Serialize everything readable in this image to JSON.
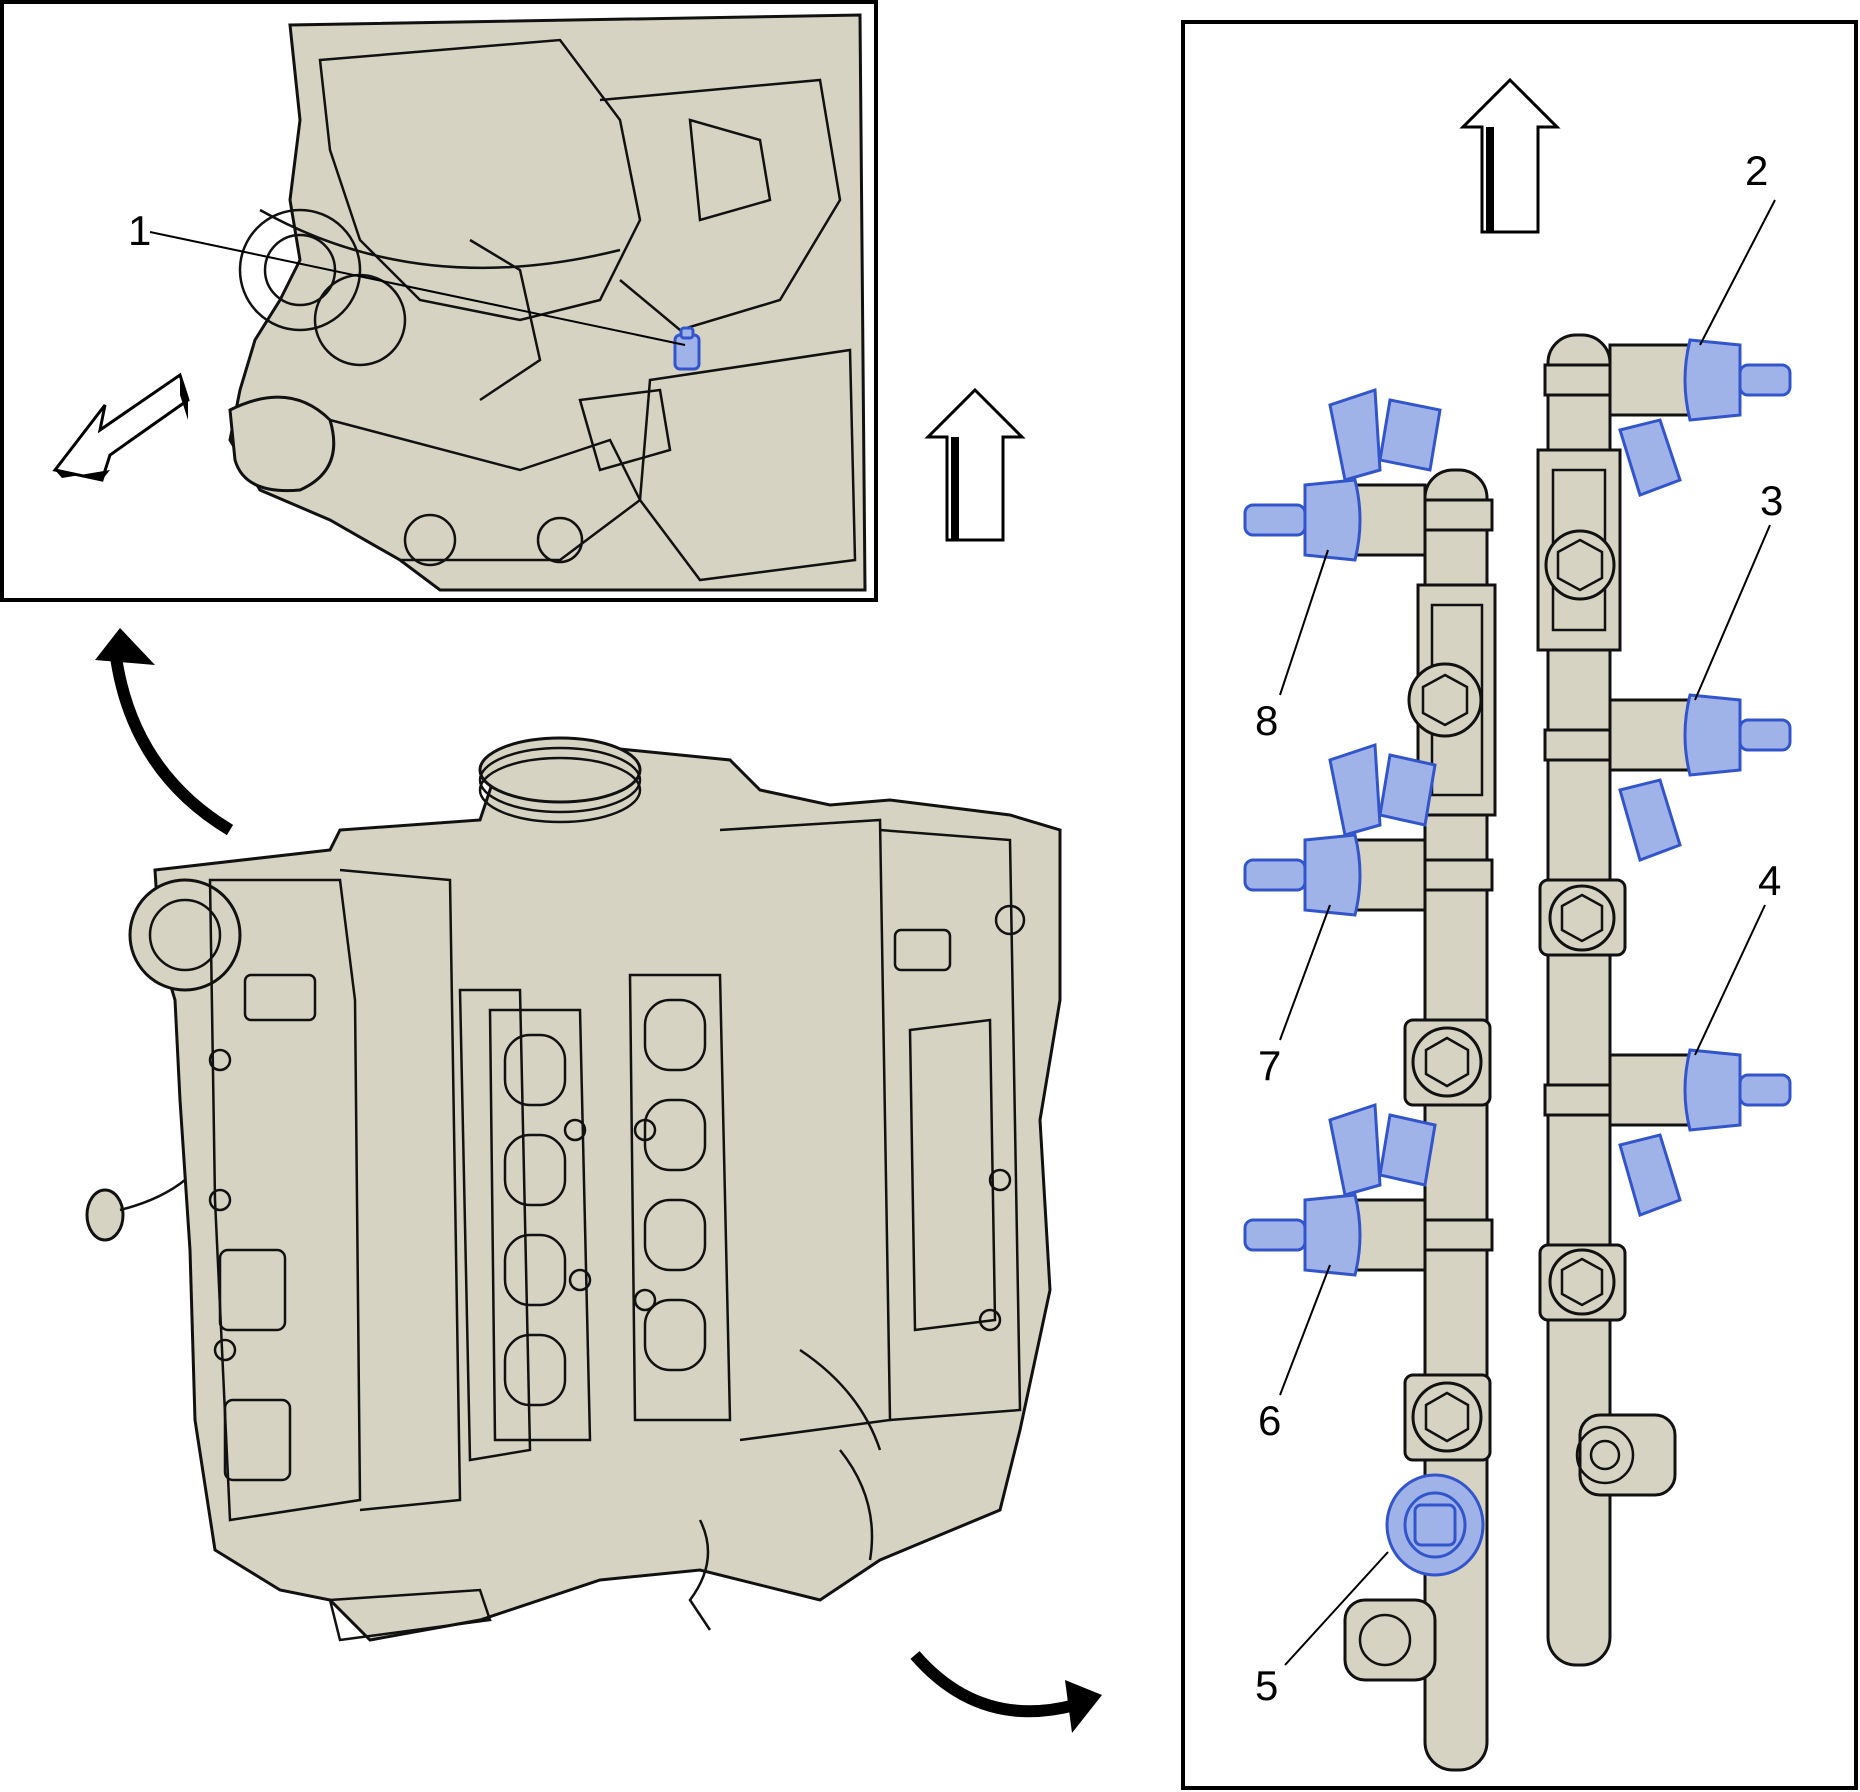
{
  "callouts": {
    "c1": "1",
    "c2": "2",
    "c3": "3",
    "c4": "4",
    "c5": "5",
    "c6": "6",
    "c7": "7",
    "c8": "8"
  },
  "colors": {
    "engine_fill": "#d6d3c3",
    "highlight": "#3355cc",
    "highlight_fill": "#9fb3e8",
    "outline": "#111111"
  },
  "icons": {
    "up_arrow": "up-arrow-icon",
    "front_arrow": "front-direction-arrow-icon",
    "curved_arrow": "curved-arrow-icon"
  }
}
